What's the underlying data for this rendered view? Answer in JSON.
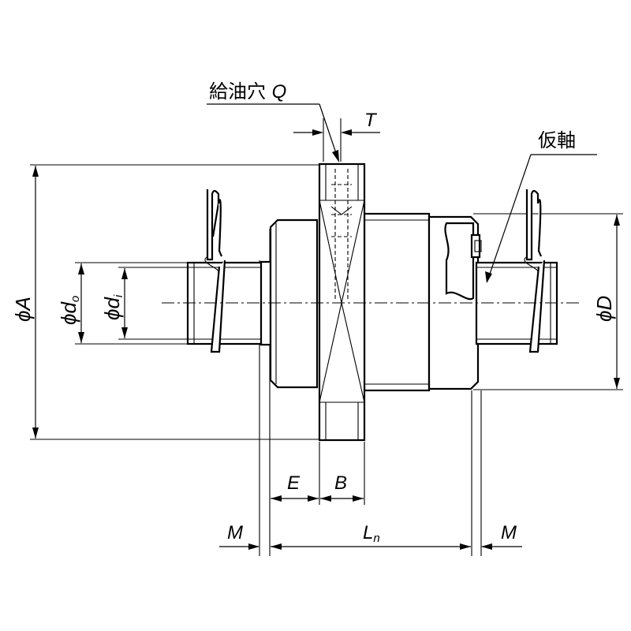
{
  "labels": {
    "oil_hole": "給油穴",
    "oil_hole_symbol": "Q",
    "temp_shaft": "仮軸",
    "T": "T",
    "A": "ϕA",
    "do_phi": "ϕd",
    "do_sub": "o",
    "di_phi": "ϕd",
    "di_sub": "i",
    "D": "ϕD",
    "E": "E",
    "B": "B",
    "M_left": "M",
    "M_right": "M",
    "Ln_main": "L",
    "Ln_sub": "n"
  },
  "colors": {
    "line": "#000000",
    "background": "#ffffff"
  }
}
